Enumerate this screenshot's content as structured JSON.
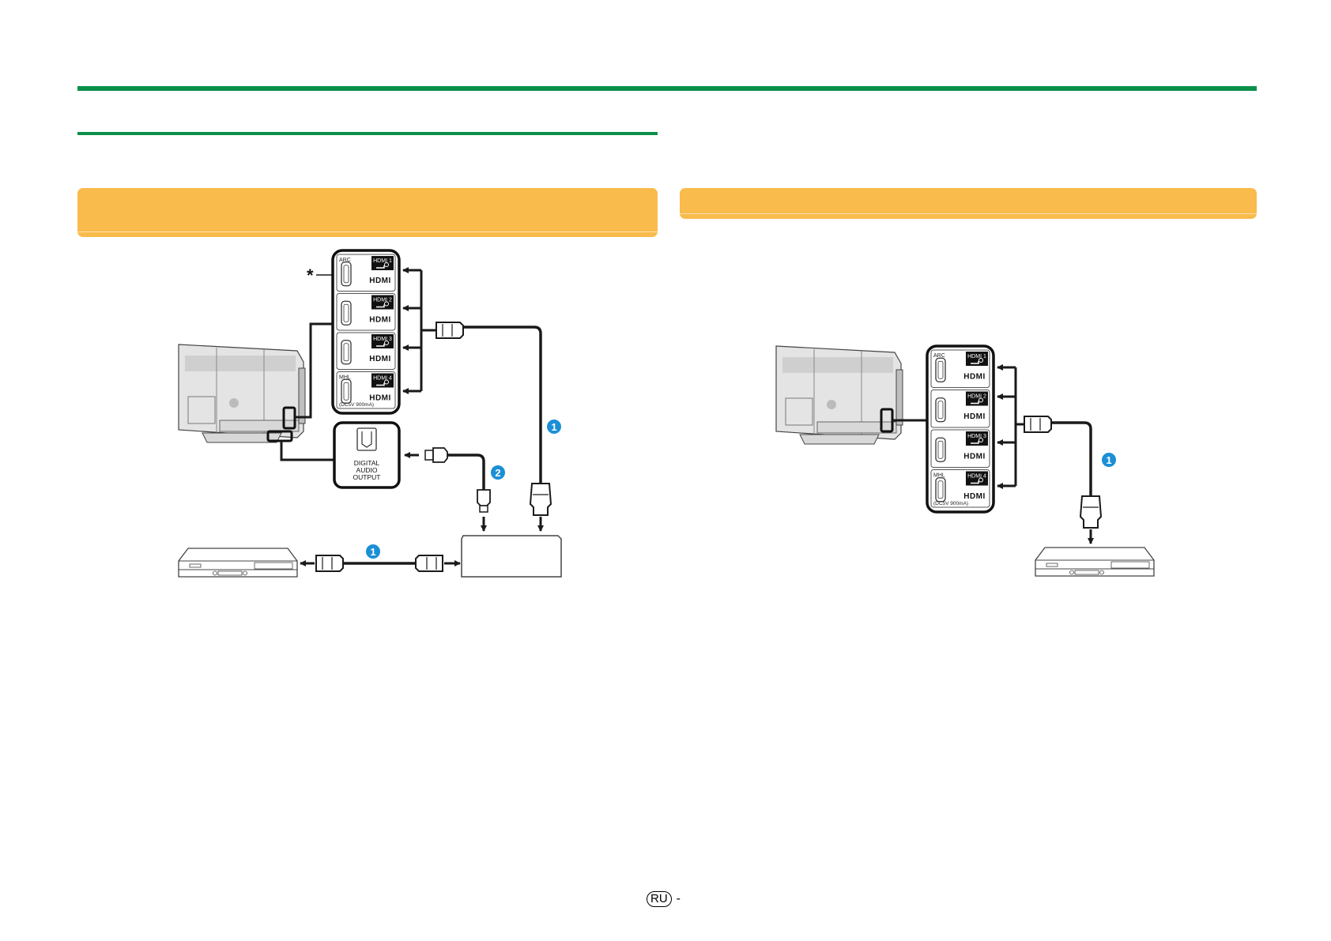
{
  "colors": {
    "accent_green": "#0a8f4a",
    "header_orange": "#f9bb4b",
    "badge_blue": "#1a8fd6",
    "line": "#1a1a1a"
  },
  "page": {
    "language_badge": "RU",
    "page_dash": "-"
  },
  "left_diagram": {
    "asterisk": "*",
    "ports": [
      {
        "top_label": "ARC",
        "name": "HDMI 1",
        "logo": "HDMI",
        "note": ""
      },
      {
        "top_label": "",
        "name": "HDMI 2",
        "logo": "HDMI",
        "note": ""
      },
      {
        "top_label": "",
        "name": "HDMI 3",
        "logo": "HDMI",
        "note": ""
      },
      {
        "top_label": "MHL",
        "name": "HDMI 4",
        "logo": "HDMI",
        "note": "(DC5V 900mA)"
      }
    ],
    "digital_audio": {
      "line1": "DIGITAL",
      "line2": "AUDIO",
      "line3": "OUTPUT"
    },
    "callouts": {
      "hdmi_cable_top": "1",
      "optical_cable": "2",
      "hdmi_cable_bottom": "1"
    }
  },
  "right_diagram": {
    "ports": [
      {
        "top_label": "ARC",
        "name": "HDMI 1",
        "logo": "HDMI",
        "note": ""
      },
      {
        "top_label": "",
        "name": "HDMI 2",
        "logo": "HDMI",
        "note": ""
      },
      {
        "top_label": "",
        "name": "HDMI 3",
        "logo": "HDMI",
        "note": ""
      },
      {
        "top_label": "MHL",
        "name": "HDMI 4",
        "logo": "HDMI",
        "note": "(DC5V 900mA)"
      }
    ],
    "callouts": {
      "hdmi_cable": "1"
    }
  }
}
